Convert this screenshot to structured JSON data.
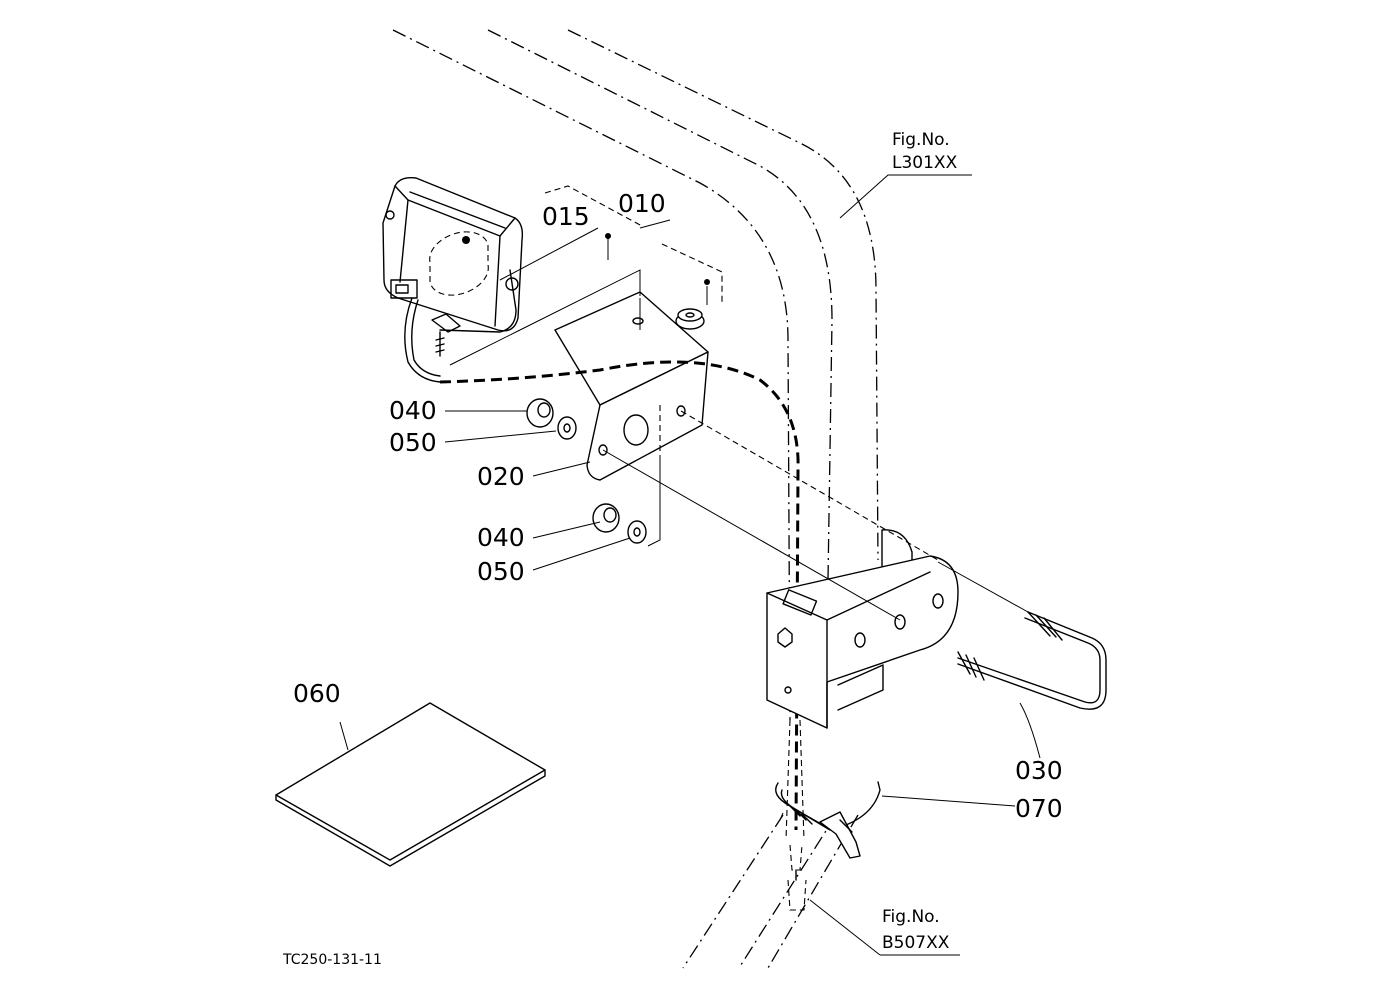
{
  "figure_refs": [
    {
      "title": "Fig.No.",
      "code": "L301XX"
    },
    {
      "title": "Fig.No.",
      "code": "B507XX"
    }
  ],
  "part_labels": [
    "015",
    "010",
    "040",
    "050",
    "020",
    "040",
    "050",
    "060",
    "030",
    "070"
  ],
  "drawing_code": "TC250-131-11"
}
